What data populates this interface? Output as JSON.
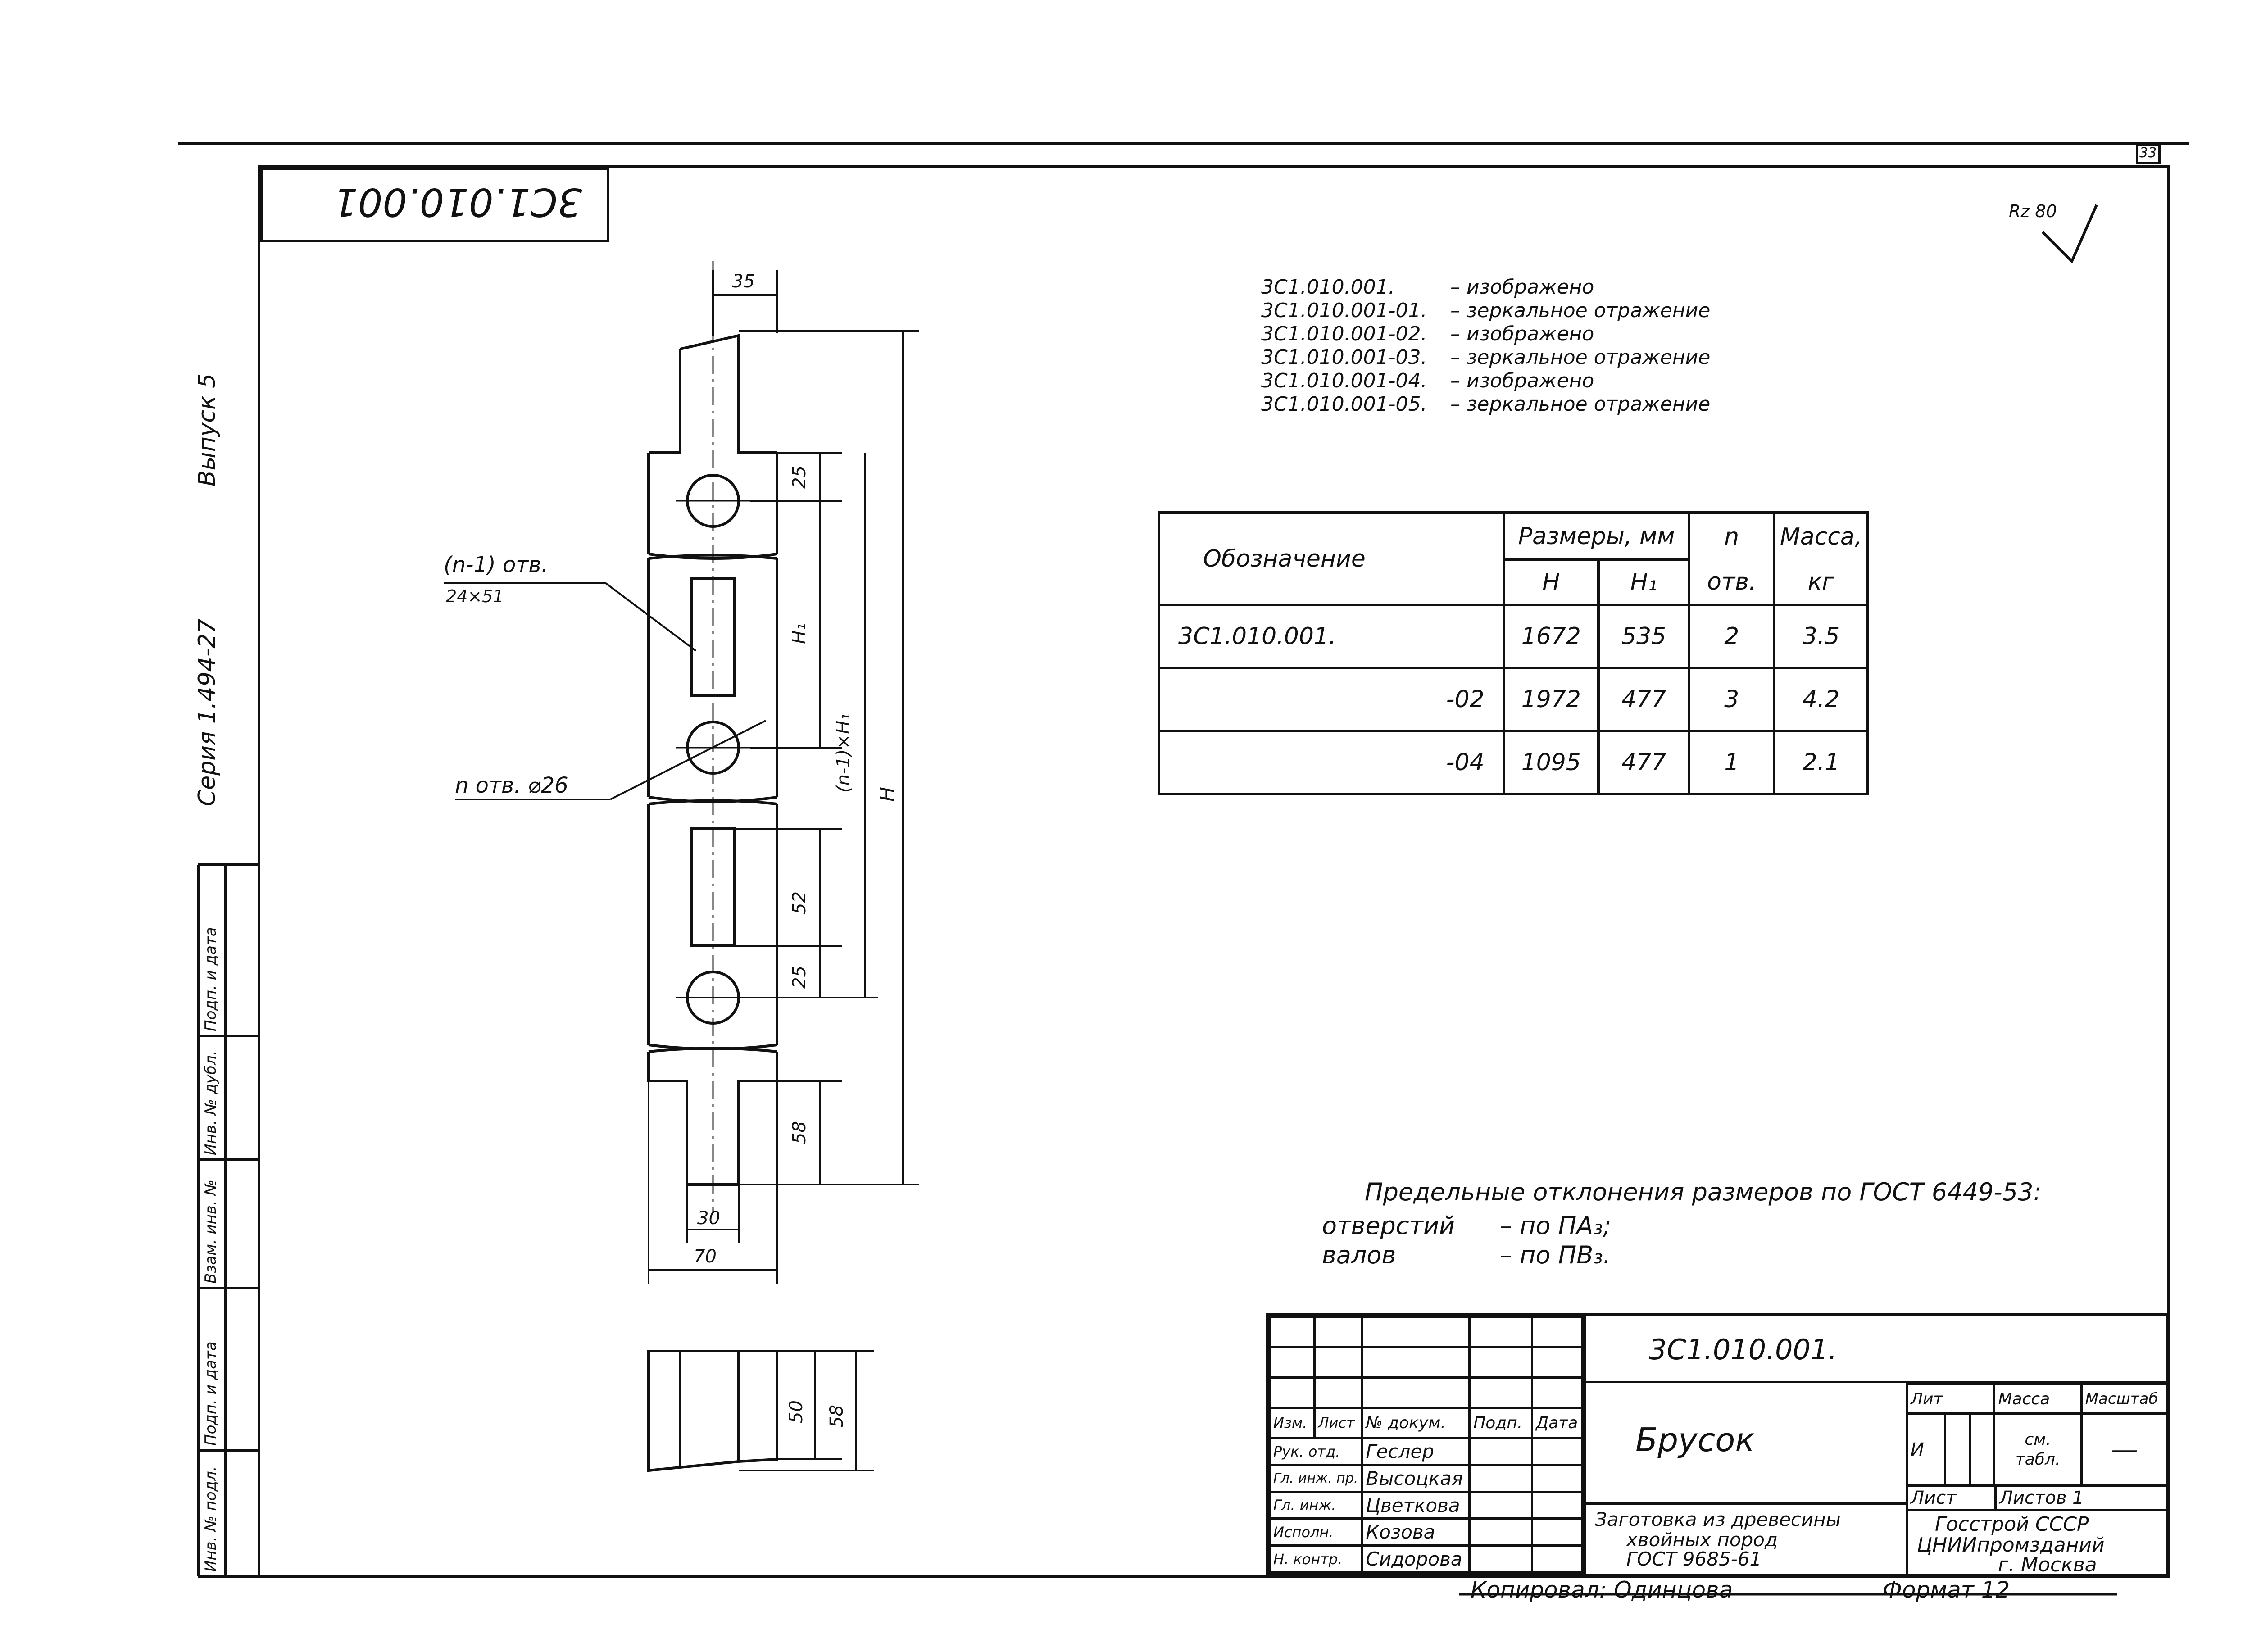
{
  "sheet": {
    "sheet_corner_number": "33",
    "code_rotated": "3С1.010.001",
    "roughness": "Rz 80",
    "format": "Формат 12",
    "copied_by": "Копировал: Одинцова"
  },
  "left_margin": {
    "issue": "Выпуск 5",
    "series": "Серия 1.494-27",
    "stamp_columns": [
      "Инв. № подл.",
      "Подп. и дата",
      "Взам. инв. №",
      "Инв. № дубл.",
      "Подп. и дата"
    ]
  },
  "variants_list": [
    {
      "code": "3С1.010.001.",
      "desc": "– изображено"
    },
    {
      "code": "3С1.010.001-01.",
      "desc": "– зеркальное отражение"
    },
    {
      "code": "3С1.010.001-02.",
      "desc": "– изображено"
    },
    {
      "code": "3С1.010.001-03.",
      "desc": "– зеркальное отражение"
    },
    {
      "code": "3С1.010.001-04.",
      "desc": "– изображено"
    },
    {
      "code": "3С1.010.001-05.",
      "desc": "– зеркальное отражение"
    }
  ],
  "table": {
    "h_designation": "Обозначение",
    "h_dims": "Размеры, мм",
    "h_H": "H",
    "h_H1": "H₁",
    "h_n": "n",
    "h_n_unit": "отв.",
    "h_mass": "Масса,",
    "h_mass_unit": "кг",
    "rows": [
      {
        "designation": "3С1.010.001.",
        "H": "1672",
        "H1": "535",
        "n": "2",
        "mass": "3.5"
      },
      {
        "designation": "-02",
        "H": "1972",
        "H1": "477",
        "n": "3",
        "mass": "4.2"
      },
      {
        "designation": "-04",
        "H": "1095",
        "H1": "477",
        "n": "1",
        "mass": "2.1"
      }
    ]
  },
  "drawing": {
    "dim_top_width": "35",
    "dim_25_a": "25",
    "dim_H1": "H₁",
    "dim_n1H1": "(n-1)×H₁",
    "dim_H": "H",
    "dim_52": "52",
    "dim_25_b": "25",
    "dim_58": "58",
    "dim_30": "30",
    "dim_70": "70",
    "dim_50": "50",
    "dim_58_side": "58",
    "leader_slots": "(n-1) отв.",
    "leader_slots_size": "24×51",
    "leader_holes": "n отв. ⌀26"
  },
  "notes": {
    "line1": "Предельные отклонения размеров по ГОСТ 6449-53:",
    "line2_a": "отверстий",
    "line2_b": "– по ΠА₃;",
    "line3_a": "валов",
    "line3_b": "– по ΠВ₃."
  },
  "title_block": {
    "designation": "3С1.010.001.",
    "name": "Брусок",
    "material_1": "Заготовка из древесины",
    "material_2": "хвойных пород",
    "material_3": "ГОСТ 9685-61",
    "org_1": "Госстрой СССР",
    "org_2": "ЦНИИпромзданий",
    "org_3": "г. Москва",
    "col_lit": "Лит",
    "col_mass": "Масса",
    "col_scale": "Масштаб",
    "mass_value_1": "см.",
    "mass_value_2": "табл.",
    "scale_value": "—",
    "lit_value": "И",
    "sheet_label": "Лист",
    "sheets_label": "Листов 1",
    "header_izm": "Изм.",
    "header_list": "Лист",
    "header_doc": "№ докум.",
    "header_sign": "Подп.",
    "header_date": "Дата",
    "roles": [
      {
        "role": "Рук. отд.",
        "name": "Геслер"
      },
      {
        "role": "Гл. инж. пр.",
        "name": "Высоцкая"
      },
      {
        "role": "Гл. инж.",
        "name": "Цветкова"
      },
      {
        "role": "Исполн.",
        "name": "Козова"
      },
      {
        "role": "Н. контр.",
        "name": "Сидорова"
      }
    ]
  }
}
